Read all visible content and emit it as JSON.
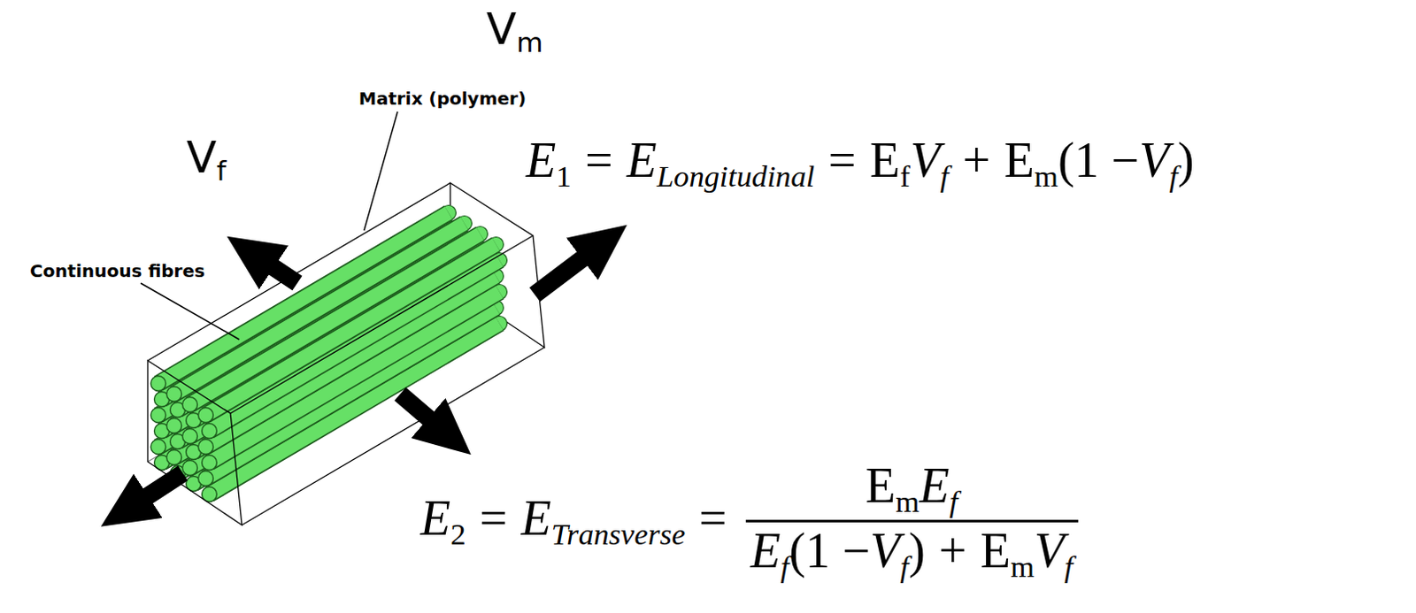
{
  "diagram": {
    "labels": [
      "V",
      "m",
      "Matrix (polymer)",
      "V",
      "f",
      "Continuous fibres",
      "E",
      "1",
      "=",
      "E",
      "Longitudinal",
      "=",
      "E",
      "f",
      "V",
      "f",
      "+",
      "E",
      "m",
      "(1 −",
      "V",
      "f",
      ")",
      "E",
      "2",
      "=",
      "E",
      "Transverse",
      "=",
      "E",
      "m",
      "E",
      "f",
      "E",
      "f",
      "(1 −",
      "V",
      "f",
      ")",
      "+",
      "E",
      "m",
      "V",
      "f"
    ]
  }
}
